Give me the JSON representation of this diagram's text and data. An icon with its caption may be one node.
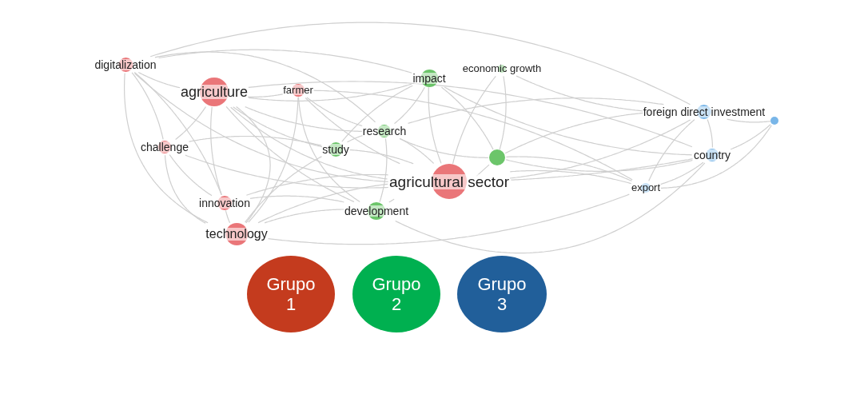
{
  "diagram": {
    "nodes": [
      {
        "text": [
          "digitalization"
        ]
      },
      {
        "text": [
          "agriculture"
        ]
      },
      {
        "text": [
          "farmer"
        ]
      },
      {
        "text": [
          "impact"
        ]
      },
      {
        "text": [
          "economic growth"
        ]
      },
      {
        "text": [
          "research"
        ]
      },
      {
        "text": [
          "challenge"
        ]
      },
      {
        "text": [
          "study"
        ]
      },
      {
        "text": [
          "agricultural sector"
        ]
      },
      {
        "text": [],
        "shape": "circle"
      },
      {
        "text": [
          "foreign direct investment"
        ]
      },
      {
        "text": [],
        "shape": "circle"
      },
      {
        "text": [
          "country"
        ]
      },
      {
        "text": [
          "export"
        ]
      },
      {
        "text": [
          "innovation"
        ]
      },
      {
        "text": [
          "development"
        ]
      },
      {
        "text": [
          "technology"
        ]
      },
      {
        "text": [
          "Grupo 1"
        ]
      },
      {
        "text": [
          "Grupo 2"
        ]
      },
      {
        "text": [
          "Grupo 3"
        ]
      }
    ],
    "edges": [
      {
        "from": 0,
        "to": 1,
        "arrow": "none"
      },
      {
        "from": 0,
        "to": 6,
        "arrow": "none"
      },
      {
        "from": 0,
        "to": 14,
        "arrow": "none"
      },
      {
        "from": 0,
        "to": 16,
        "arrow": "none"
      },
      {
        "from": 0,
        "to": 8,
        "arrow": "none"
      },
      {
        "from": 0,
        "to": 5,
        "arrow": "none"
      },
      {
        "from": 0,
        "to": 3,
        "arrow": "none"
      },
      {
        "from": 0,
        "to": 10,
        "arrow": "none"
      },
      {
        "from": 1,
        "to": 2,
        "arrow": "none"
      },
      {
        "from": 1,
        "to": 6,
        "arrow": "none"
      },
      {
        "from": 1,
        "to": 14,
        "arrow": "none"
      },
      {
        "from": 1,
        "to": 16,
        "arrow": "none"
      },
      {
        "from": 1,
        "to": 8,
        "arrow": "none"
      },
      {
        "from": 1,
        "to": 5,
        "arrow": "none"
      },
      {
        "from": 1,
        "to": 7,
        "arrow": "none"
      },
      {
        "from": 1,
        "to": 15,
        "arrow": "none"
      },
      {
        "from": 1,
        "to": 3,
        "arrow": "none"
      },
      {
        "from": 1,
        "to": 12,
        "arrow": "none"
      },
      {
        "from": 2,
        "to": 16,
        "arrow": "none"
      },
      {
        "from": 2,
        "to": 8,
        "arrow": "none"
      },
      {
        "from": 2,
        "to": 5,
        "arrow": "none"
      },
      {
        "from": 2,
        "to": 13,
        "arrow": "none"
      },
      {
        "from": 2,
        "to": 15,
        "arrow": "none"
      },
      {
        "from": 3,
        "to": 5,
        "arrow": "none"
      },
      {
        "from": 3,
        "to": 8,
        "arrow": "none"
      },
      {
        "from": 3,
        "to": 7,
        "arrow": "none"
      },
      {
        "from": 3,
        "to": 12,
        "arrow": "none"
      },
      {
        "from": 3,
        "to": 9,
        "arrow": "none"
      },
      {
        "from": 4,
        "to": 8,
        "arrow": "none"
      },
      {
        "from": 4,
        "to": 9,
        "arrow": "none"
      },
      {
        "from": 4,
        "to": 10,
        "arrow": "none"
      },
      {
        "from": 5,
        "to": 8,
        "arrow": "none"
      },
      {
        "from": 5,
        "to": 7,
        "arrow": "none"
      },
      {
        "from": 5,
        "to": 15,
        "arrow": "none"
      },
      {
        "from": 5,
        "to": 9,
        "arrow": "none"
      },
      {
        "from": 5,
        "to": 10,
        "arrow": "none"
      },
      {
        "from": 6,
        "to": 14,
        "arrow": "none"
      },
      {
        "from": 6,
        "to": 16,
        "arrow": "none"
      },
      {
        "from": 6,
        "to": 8,
        "arrow": "none"
      },
      {
        "from": 6,
        "to": 7,
        "arrow": "none"
      },
      {
        "from": 7,
        "to": 16,
        "arrow": "none"
      },
      {
        "from": 7,
        "to": 8,
        "arrow": "none"
      },
      {
        "from": 8,
        "to": 9,
        "arrow": "none"
      },
      {
        "from": 8,
        "to": 10,
        "arrow": "none"
      },
      {
        "from": 8,
        "to": 12,
        "arrow": "none"
      },
      {
        "from": 8,
        "to": 13,
        "arrow": "none"
      },
      {
        "from": 8,
        "to": 15,
        "arrow": "none"
      },
      {
        "from": 8,
        "to": 14,
        "arrow": "none"
      },
      {
        "from": 8,
        "to": 16,
        "arrow": "none"
      },
      {
        "from": 9,
        "to": 10,
        "arrow": "none"
      },
      {
        "from": 9,
        "to": 12,
        "arrow": "none"
      },
      {
        "from": 9,
        "to": 13,
        "arrow": "none"
      },
      {
        "from": 10,
        "to": 11,
        "arrow": "none"
      },
      {
        "from": 10,
        "to": 12,
        "arrow": "none"
      },
      {
        "from": 10,
        "to": 13,
        "arrow": "none"
      },
      {
        "from": 11,
        "to": 12,
        "arrow": "none"
      },
      {
        "from": 11,
        "to": 13,
        "arrow": "none"
      },
      {
        "from": 12,
        "to": 13,
        "arrow": "none"
      },
      {
        "from": 14,
        "to": 16,
        "arrow": "none"
      },
      {
        "from": 14,
        "to": 15,
        "arrow": "none"
      },
      {
        "from": 15,
        "to": 16,
        "arrow": "none"
      },
      {
        "from": 15,
        "to": 12,
        "arrow": "none"
      },
      {
        "from": 16,
        "to": 13,
        "arrow": "none"
      }
    ]
  }
}
